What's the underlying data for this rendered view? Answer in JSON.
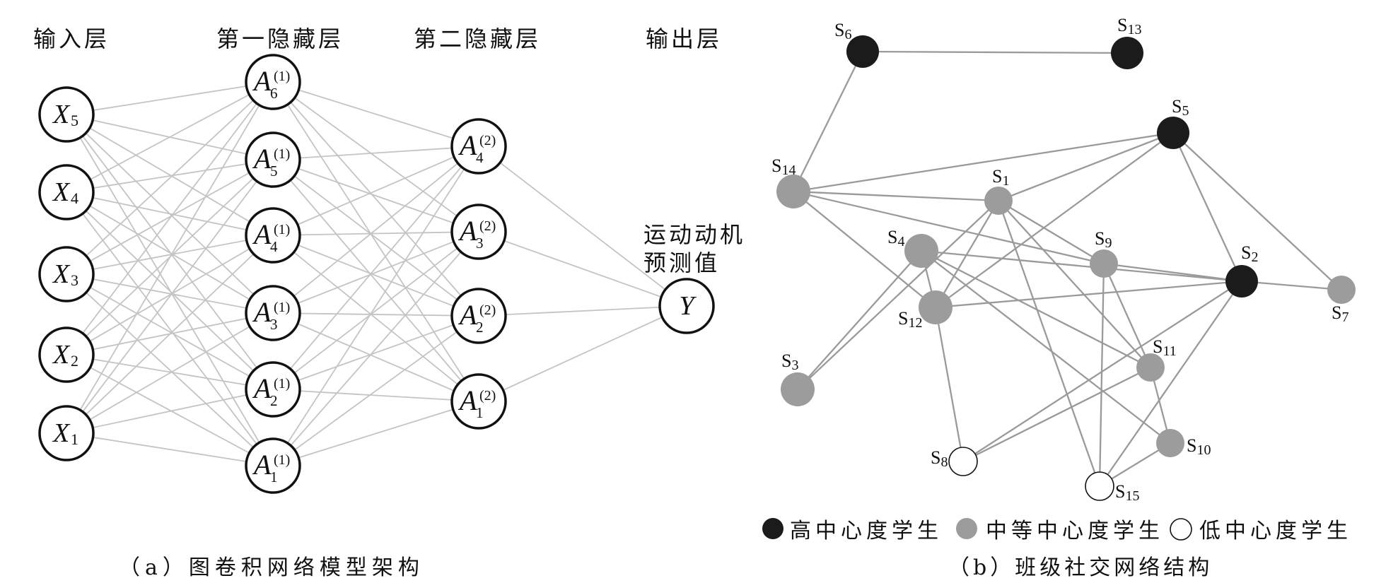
{
  "panel_a": {
    "caption": "（a）图卷积网络模型架构",
    "layers": [
      {
        "id": "input",
        "title": "输入层",
        "nodes": [
          {
            "id": "X5",
            "symbol": "X",
            "sub": "5"
          },
          {
            "id": "X4",
            "symbol": "X",
            "sub": "4"
          },
          {
            "id": "X3",
            "symbol": "X",
            "sub": "3"
          },
          {
            "id": "X2",
            "symbol": "X",
            "sub": "2"
          },
          {
            "id": "X1",
            "symbol": "X",
            "sub": "1"
          }
        ]
      },
      {
        "id": "hidden1",
        "title": "第一隐藏层",
        "nodes": [
          {
            "id": "A6-1",
            "symbol": "A",
            "sub": "6",
            "sup": "(1)"
          },
          {
            "id": "A5-1",
            "symbol": "A",
            "sub": "5",
            "sup": "(1)"
          },
          {
            "id": "A4-1",
            "symbol": "A",
            "sub": "4",
            "sup": "(1)"
          },
          {
            "id": "A3-1",
            "symbol": "A",
            "sub": "3",
            "sup": "(1)"
          },
          {
            "id": "A2-1",
            "symbol": "A",
            "sub": "2",
            "sup": "(1)"
          },
          {
            "id": "A1-1",
            "symbol": "A",
            "sub": "1",
            "sup": "(1)"
          }
        ]
      },
      {
        "id": "hidden2",
        "title": "第二隐藏层",
        "nodes": [
          {
            "id": "A4-2",
            "symbol": "A",
            "sub": "4",
            "sup": "(2)"
          },
          {
            "id": "A3-2",
            "symbol": "A",
            "sub": "3",
            "sup": "(2)"
          },
          {
            "id": "A2-2",
            "symbol": "A",
            "sub": "2",
            "sup": "(2)"
          },
          {
            "id": "A1-2",
            "symbol": "A",
            "sub": "1",
            "sup": "(2)"
          }
        ]
      },
      {
        "id": "output",
        "title": "输出层",
        "nodes": [
          {
            "id": "Y",
            "symbol": "Y"
          }
        ]
      }
    ],
    "output_annotation": [
      "运动动机",
      "预测值"
    ],
    "connectivity": "fully-connected between adjacent layers",
    "colors": {
      "node_stroke": "#111111",
      "node_fill": "#ffffff",
      "edge": "#c4c4c4"
    }
  },
  "panel_b": {
    "caption": "（b）班级社交网络结构",
    "legend": [
      {
        "category": "high",
        "label": "高中心度学生",
        "fill": "#1b1b1b",
        "stroke": "#1b1b1b"
      },
      {
        "category": "medium",
        "label": "中等中心度学生",
        "fill": "#9c9c9c",
        "stroke": "#9c9c9c"
      },
      {
        "category": "low",
        "label": "低中心度学生",
        "fill": "#ffffff",
        "stroke": "#111111"
      }
    ],
    "nodes": [
      {
        "id": "S1",
        "letter": "S",
        "sub": "1",
        "category": "medium"
      },
      {
        "id": "S2",
        "letter": "S",
        "sub": "2",
        "category": "high"
      },
      {
        "id": "S3",
        "letter": "S",
        "sub": "3",
        "category": "medium"
      },
      {
        "id": "S4",
        "letter": "S",
        "sub": "4",
        "category": "medium"
      },
      {
        "id": "S5",
        "letter": "S",
        "sub": "5",
        "category": "high"
      },
      {
        "id": "S6",
        "letter": "S",
        "sub": "6",
        "category": "high"
      },
      {
        "id": "S7",
        "letter": "S",
        "sub": "7",
        "category": "medium"
      },
      {
        "id": "S8",
        "letter": "S",
        "sub": "8",
        "category": "low"
      },
      {
        "id": "S9",
        "letter": "S",
        "sub": "9",
        "category": "medium"
      },
      {
        "id": "S10",
        "letter": "S",
        "sub": "10",
        "category": "medium"
      },
      {
        "id": "S11",
        "letter": "S",
        "sub": "11",
        "category": "medium"
      },
      {
        "id": "S12",
        "letter": "S",
        "sub": "12",
        "category": "medium"
      },
      {
        "id": "S13",
        "letter": "S",
        "sub": "13",
        "category": "high"
      },
      {
        "id": "S14",
        "letter": "S",
        "sub": "14",
        "category": "medium"
      },
      {
        "id": "S15",
        "letter": "S",
        "sub": "15",
        "category": "low"
      }
    ],
    "edges": [
      [
        "S6",
        "S13"
      ],
      [
        "S6",
        "S14"
      ],
      [
        "S14",
        "S5"
      ],
      [
        "S14",
        "S1"
      ],
      [
        "S14",
        "S9"
      ],
      [
        "S14",
        "S12"
      ],
      [
        "S1",
        "S5"
      ],
      [
        "S1",
        "S3"
      ],
      [
        "S1",
        "S12"
      ],
      [
        "S1",
        "S9"
      ],
      [
        "S1",
        "S11"
      ],
      [
        "S1",
        "S15"
      ],
      [
        "S4",
        "S3"
      ],
      [
        "S4",
        "S12"
      ],
      [
        "S4",
        "S2"
      ],
      [
        "S4",
        "S11"
      ],
      [
        "S4",
        "S10"
      ],
      [
        "S12",
        "S5"
      ],
      [
        "S12",
        "S2"
      ],
      [
        "S12",
        "S8"
      ],
      [
        "S5",
        "S2"
      ],
      [
        "S5",
        "S7"
      ],
      [
        "S2",
        "S7"
      ],
      [
        "S2",
        "S9"
      ],
      [
        "S2",
        "S8"
      ],
      [
        "S2",
        "S15"
      ],
      [
        "S9",
        "S15"
      ],
      [
        "S9",
        "S11"
      ],
      [
        "S11",
        "S8"
      ],
      [
        "S11",
        "S10"
      ],
      [
        "S10",
        "S15"
      ]
    ],
    "colors": {
      "edge": "#9a9a9a"
    }
  }
}
